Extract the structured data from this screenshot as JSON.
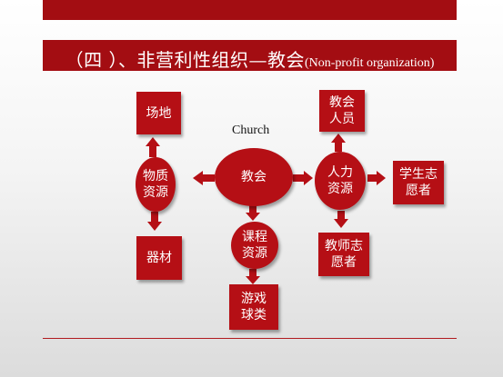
{
  "slide": {
    "title_zh": "（四 ）、非营利性组织—教会",
    "title_en": "(Non-profit organization)"
  },
  "diagram": {
    "center": "教会",
    "center_label": "Church",
    "material_resources": "物质\n资源",
    "human_resources": "人力\n资源",
    "course_resources": "课程\n资源",
    "venue": "场地",
    "equipment": "器材",
    "church_staff": "教会\n人员",
    "student_volunteers": "学生志\n愿者",
    "teacher_volunteers": "教师志\n愿者",
    "ball_games": "游戏\n球类"
  },
  "colors": {
    "accent": "#a30d12",
    "node_fill": "#b50f15"
  }
}
